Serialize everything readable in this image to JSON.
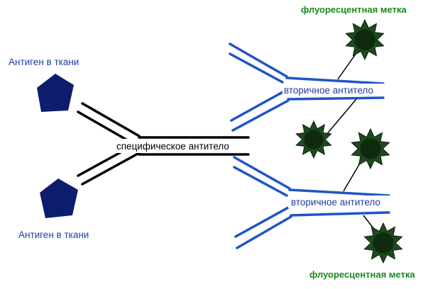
{
  "labels": {
    "antigen_top": "Антиген в ткани",
    "antigen_bottom": "Антиген в ткани",
    "primary_antibody": "специфическое антитело",
    "secondary_antibody_top": "вторичное антитело",
    "secondary_antibody_bottom": "вторичное антитело",
    "fluor_label_top": "флуоресцентная метка",
    "fluor_label_bottom": "флуоресцентная метка"
  },
  "colors": {
    "antigen": "#0d1d6e",
    "primary_antibody": "#000000",
    "secondary_antibody": "#1f55c8",
    "fluor_outer": "#1e4a1e",
    "fluor_core": "#0f2a0f",
    "label_blue": "#1f3b9e",
    "label_green": "#1a8a1a"
  }
}
